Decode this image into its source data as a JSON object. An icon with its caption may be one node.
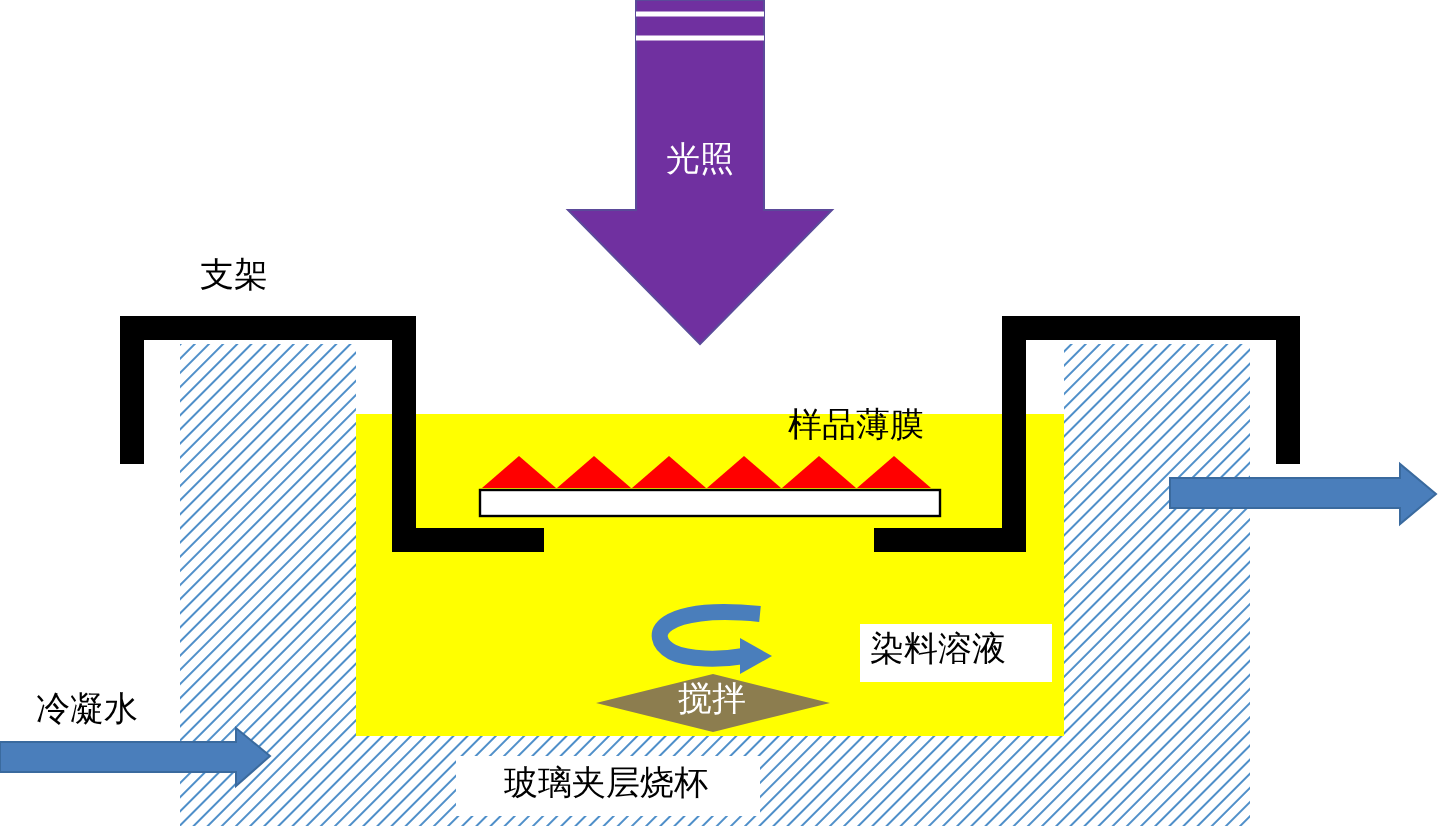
{
  "diagram": {
    "nodes": [
      {
        "text": [
          "光照"
        ]
      },
      {
        "text": [
          "染料溶液"
        ]
      },
      {
        "text": [
          "搅拌"
        ]
      },
      {
        "text": [
          "玻璃夹层烧杯"
        ]
      }
    ],
    "labels": [
      "支架",
      "样品薄膜",
      "冷凝水"
    ]
  }
}
